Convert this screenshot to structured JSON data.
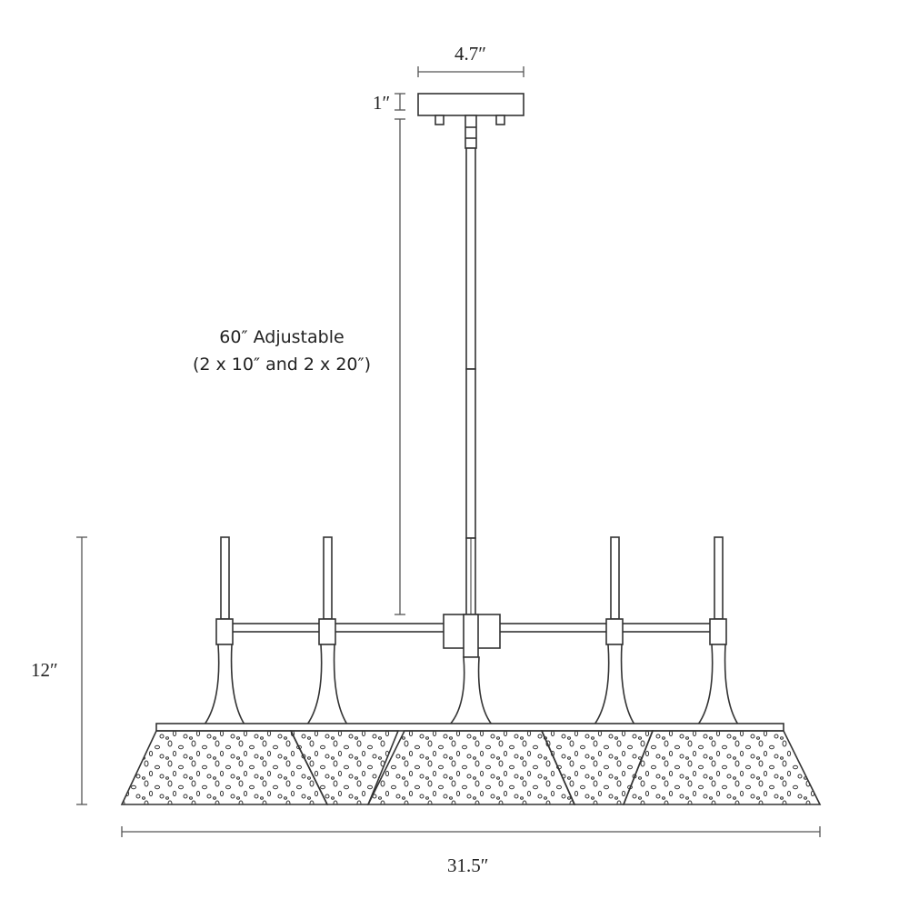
{
  "dimensions": {
    "canopy_width": "4.7″",
    "canopy_height": "1″",
    "stem_length": "60″ Adjustable",
    "stem_note": "(2 x 10″ and 2 x 20″)",
    "fixture_height": "12″",
    "fixture_width": "31.5″"
  },
  "colors": {
    "line": "#333333",
    "dim_line": "#555555",
    "text": "#222222"
  }
}
